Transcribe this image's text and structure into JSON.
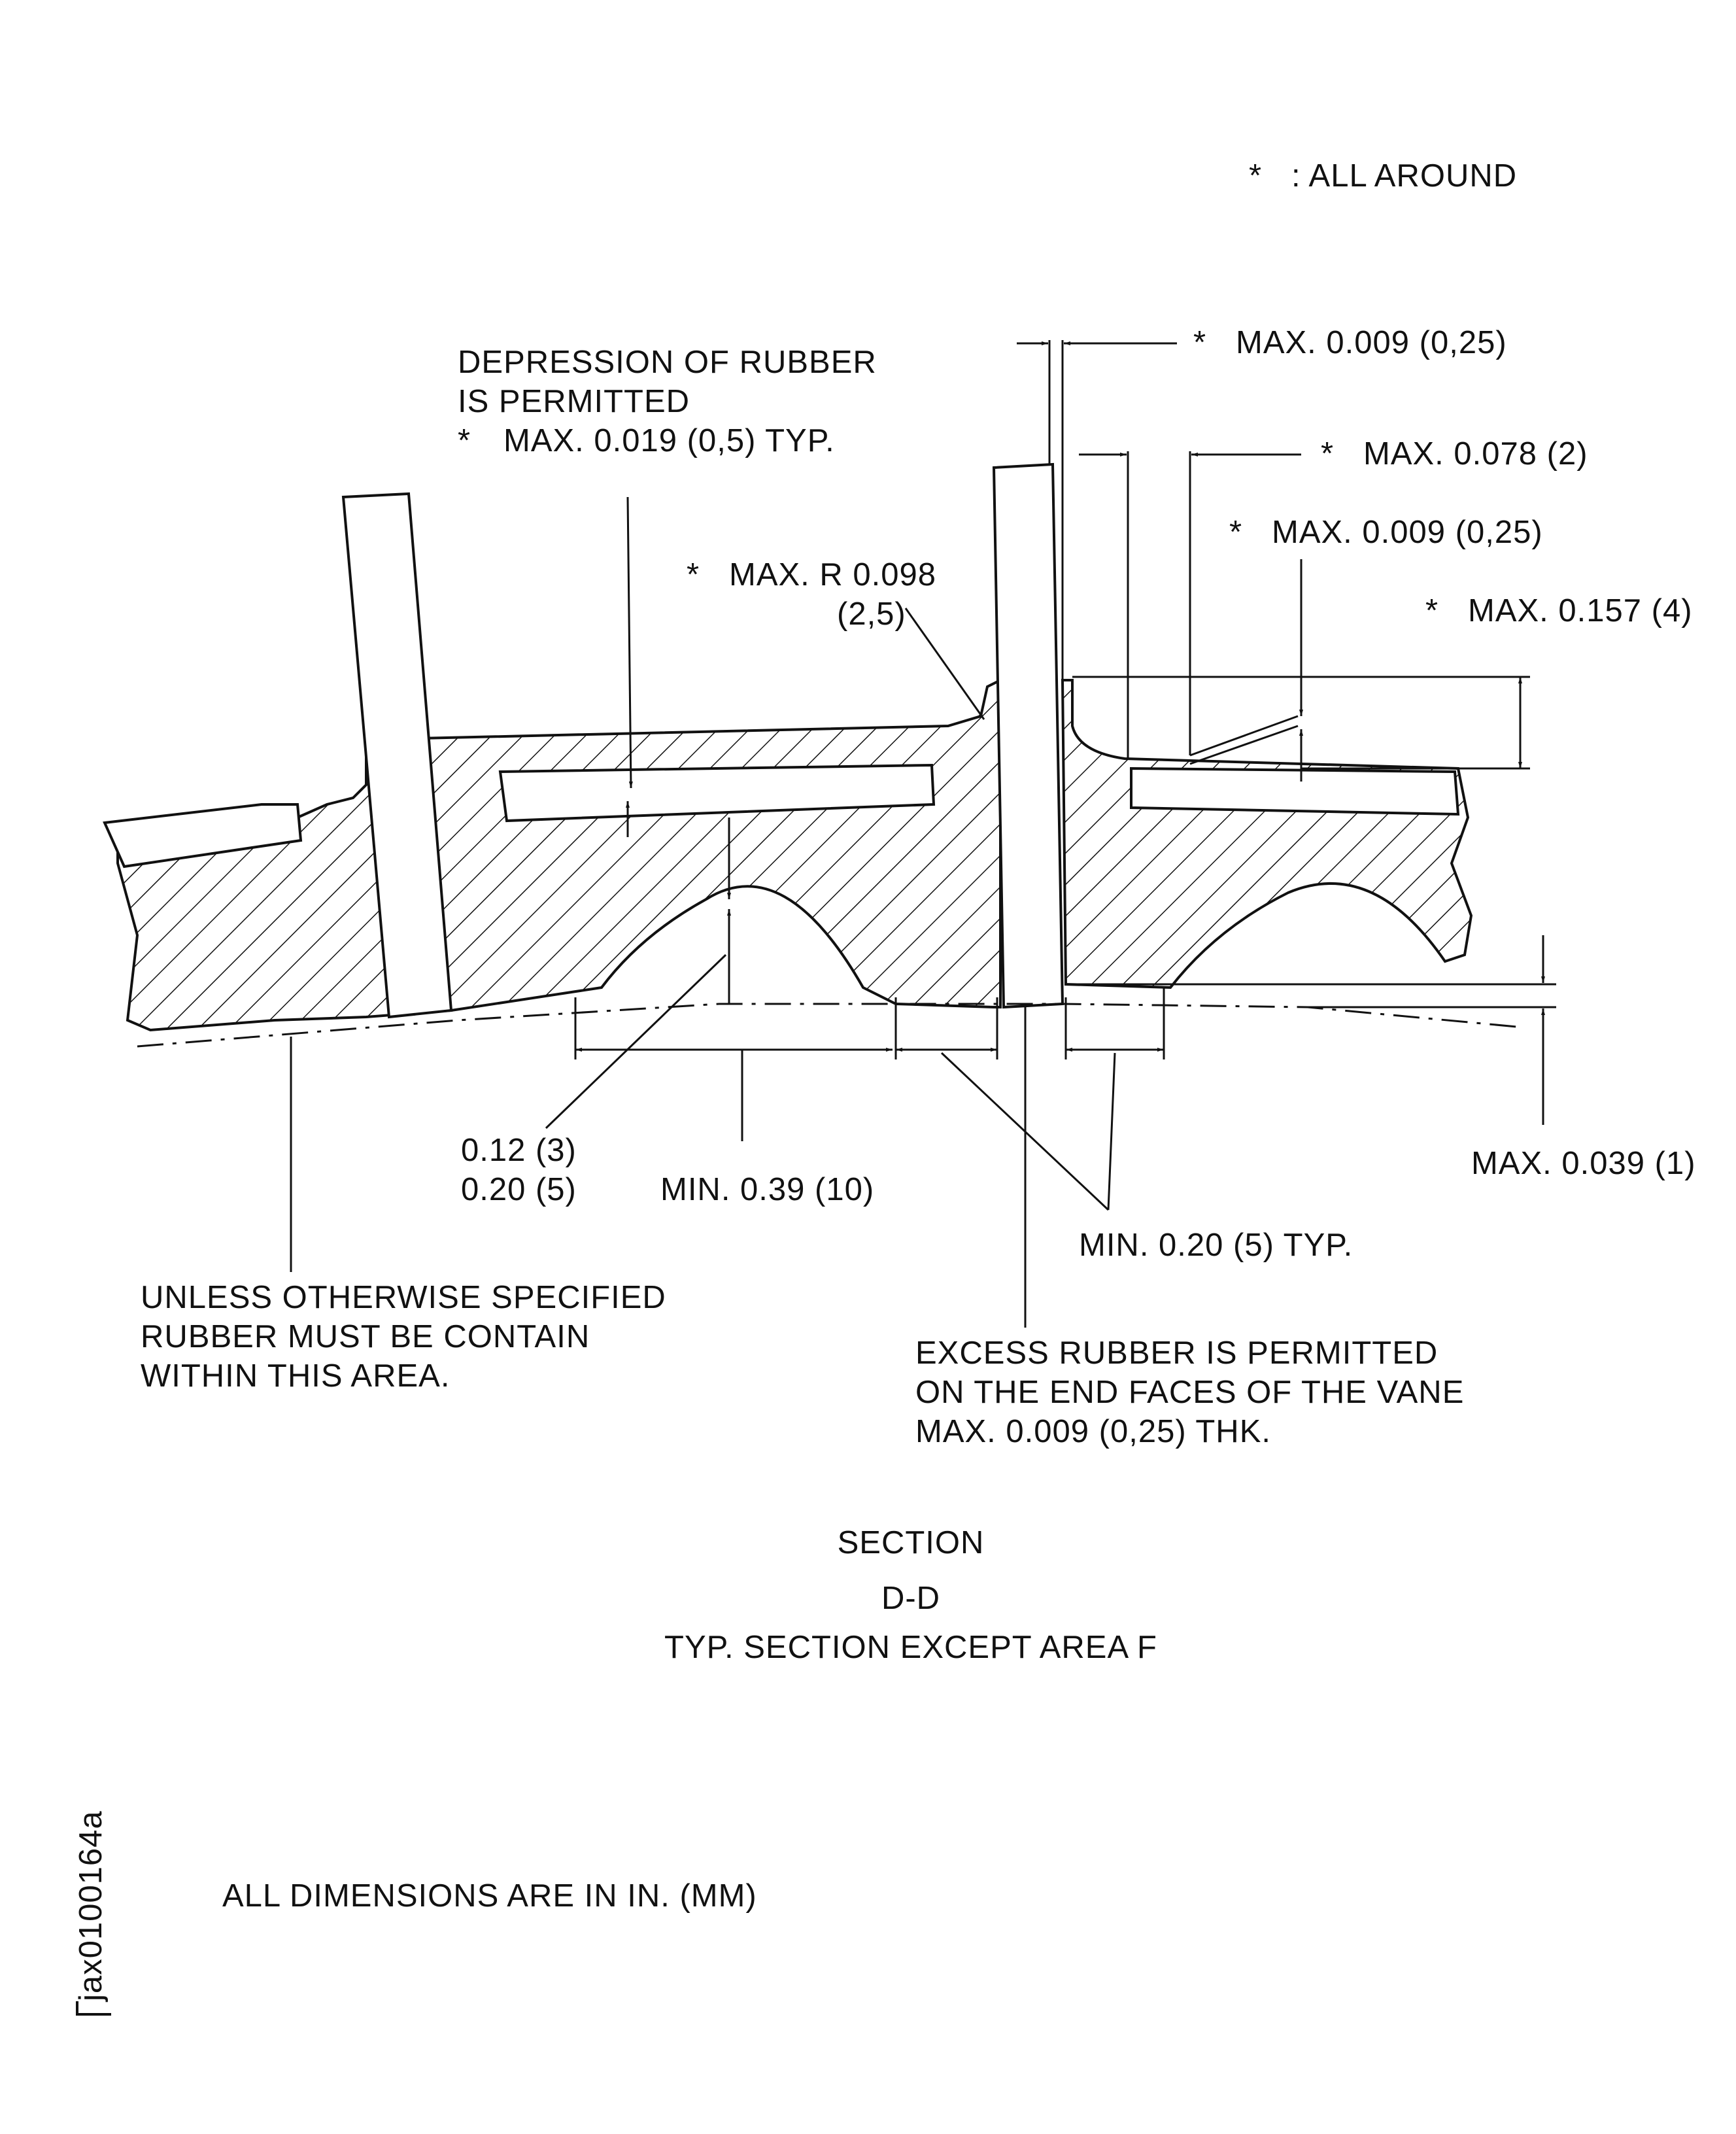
{
  "legend": {
    "star": "*",
    "text": ": ALL AROUND"
  },
  "callouts": {
    "top_gap": "MAX.  0.009 (0,25)",
    "depression_line1": "DEPRESSION  OF  RUBBER",
    "depression_line2": "IS  PERMITTED",
    "depression_line3": "MAX.  0.019 (0,5) TYP.",
    "edge_078": "MAX.  0.078 (2)",
    "edge_009": "MAX.  0.009 (0,25)",
    "radius_line1": "MAX.   R 0.098",
    "radius_line2": "(2,5)",
    "height_157": "MAX.  0.157 (4)",
    "gauge_012": "0.12 (3)",
    "gauge_020": "0.20 (5)",
    "min_039": "MIN.  0.39 (10)",
    "min_020": "MIN.  0.20 (5)  TYP.",
    "max_039": "MAX.  0.039 (1)",
    "unless_line1": "UNLESS  OTHERWISE  SPECIFIED",
    "unless_line2": "RUBBER  MUST  BE  CONTAIN",
    "unless_line3": "WITHIN  THIS  AREA.",
    "excess_line1": "EXCESS  RUBBER  IS  PERMITTED",
    "excess_line2": "ON  THE  END  FACES  OF  THE  VANE",
    "excess_line3": "MAX.  0.009 (0,25) THK."
  },
  "section": {
    "word": "SECTION",
    "id": "D-D",
    "subtitle": "TYP.  SECTION  EXCEPT  AREA  F"
  },
  "units_note": "ALL  DIMENSIONS  ARE  IN  IN.  (MM)",
  "figure_code": "jax0100164a"
}
